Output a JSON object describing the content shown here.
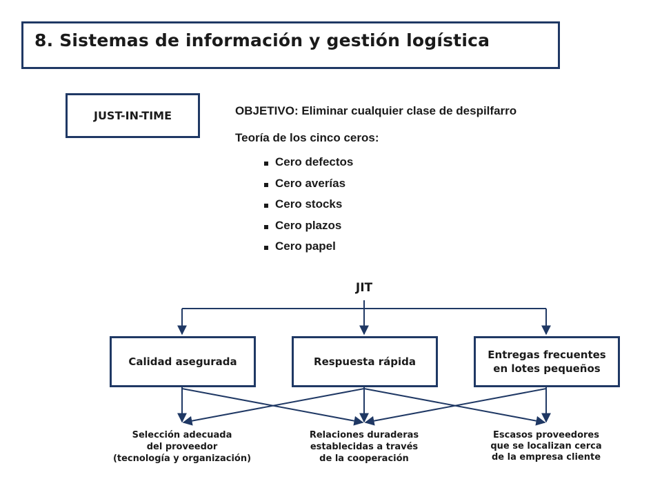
{
  "header": {
    "title": "8. Sistemas de información y gestión logística"
  },
  "concept": {
    "label": "JUST-IN-TIME",
    "objective": "OBJETIVO: Eliminar cualquier clase de despilfarro",
    "theory_title": "Teoría de los cinco ceros:",
    "zeros": [
      "Cero defectos",
      "Cero averías",
      "Cero stocks",
      "Cero plazos",
      "Cero papel"
    ]
  },
  "diagram": {
    "root": "JIT",
    "pillars": [
      "Calidad asegurada",
      "Respuesta rápida",
      "Entregas frecuentes\nen lotes pequeños"
    ],
    "outcomes": [
      "Selección adecuada\ndel proveedor\n(tecnología y organización)",
      "Relaciones duraderas\nestablecidas a través\nde la cooperación",
      "Escasos proveedores\nque se localizan cerca\nde la empresa cliente"
    ],
    "line_color": "#1f3864"
  }
}
